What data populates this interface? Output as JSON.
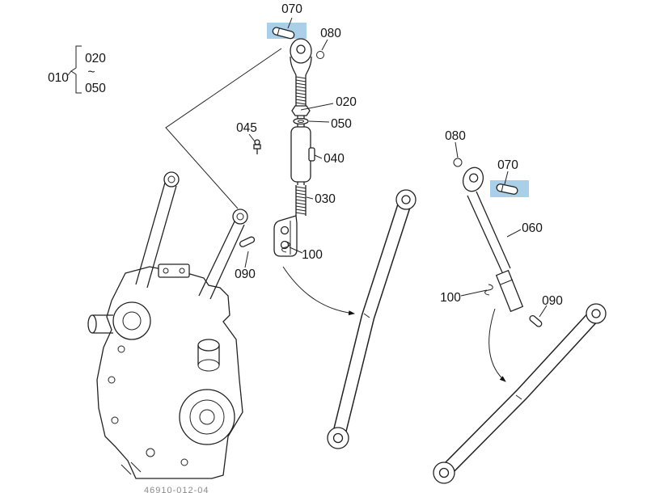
{
  "diagram": {
    "highlight_color": "#aacfe8",
    "footer_code": "46910-012-04",
    "labels": {
      "l010": "010",
      "l020_bracket": "020",
      "tilde": "~",
      "l050_bracket": "050",
      "l070_top": "070",
      "l080_top": "080",
      "l020_mid": "020",
      "l050_mid": "050",
      "l045": "045",
      "l040": "040",
      "l030": "030",
      "l100_left": "100",
      "l090_left": "090",
      "l080_right": "080",
      "l070_right": "070",
      "l060": "060",
      "l100_right": "100",
      "l090_right": "090"
    }
  }
}
